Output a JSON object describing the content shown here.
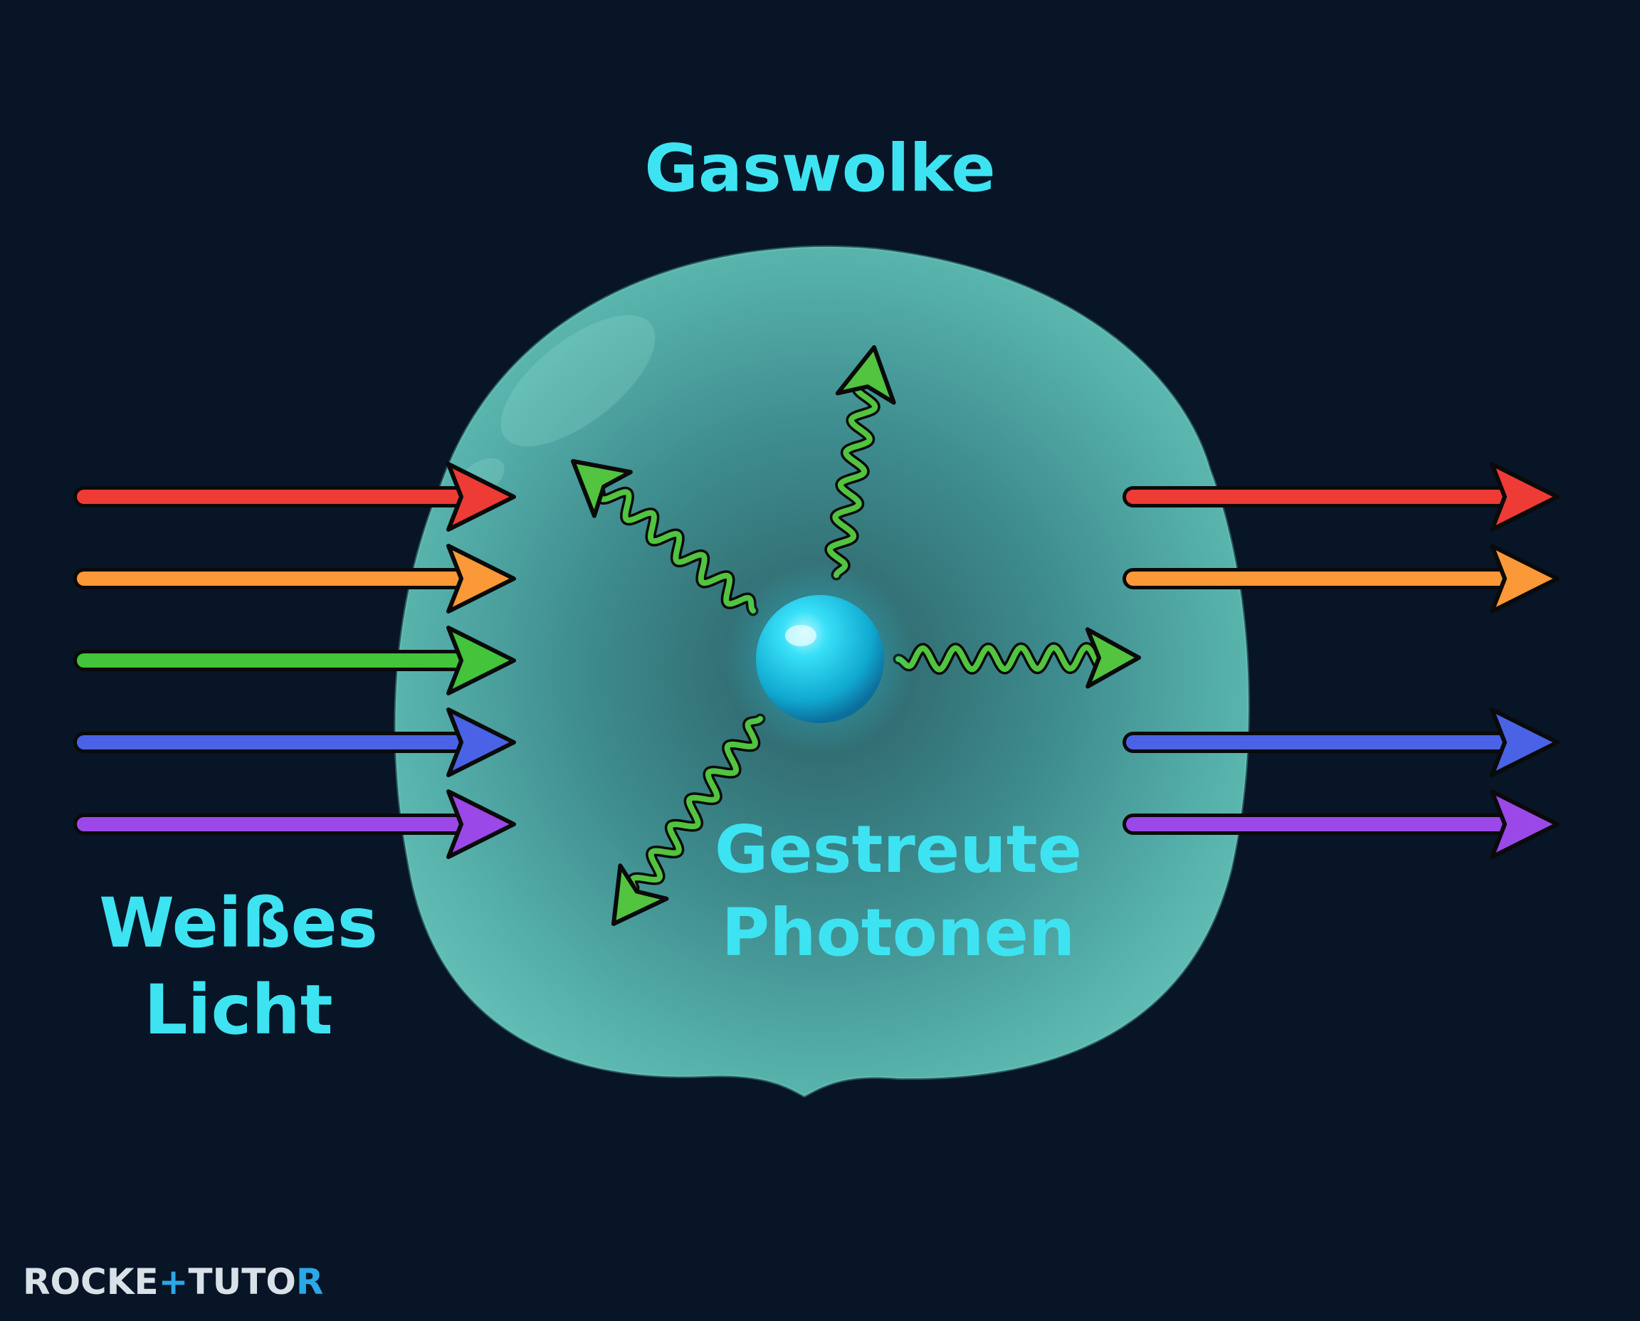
{
  "labels": {
    "cloud": "Gaswolke",
    "light_line1": "Weißes",
    "light_line2": "Licht",
    "scatter_line1": "Gestreute",
    "scatter_line2": "Photonen"
  },
  "logo": {
    "part1": "ROCKE",
    "mark": "+",
    "part2": "TUTO",
    "part3": "R"
  },
  "incoming_rays": [
    {
      "color": "red",
      "hex": "#ef3b36"
    },
    {
      "color": "orange",
      "hex": "#fb9838"
    },
    {
      "color": "green",
      "hex": "#43c43a"
    },
    {
      "color": "blue",
      "hex": "#4a63e6"
    },
    {
      "color": "violet",
      "hex": "#9b48e8"
    }
  ],
  "outgoing_rays": [
    {
      "color": "red",
      "hex": "#ef3b36"
    },
    {
      "color": "orange",
      "hex": "#fb9838"
    },
    {
      "color": "blue",
      "hex": "#4a63e6"
    },
    {
      "color": "violet",
      "hex": "#9b48e8"
    }
  ],
  "scattered_photon_color": "#52c43f",
  "colors": {
    "background": "#071526",
    "label": "#3ee3f2",
    "cloud": "#5fbcb5",
    "atom": "#19d4f0"
  }
}
